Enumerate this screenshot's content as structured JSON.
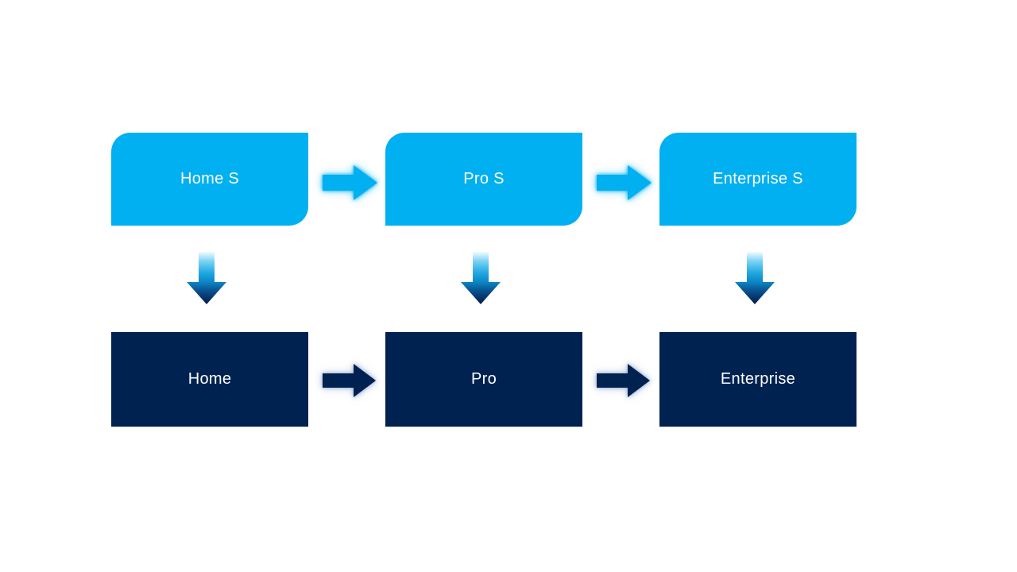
{
  "slide": {
    "background": "#FFFFFF",
    "flow": {
      "top_row": [
        {
          "id": "home-s",
          "label": "Home S"
        },
        {
          "id": "pro-s",
          "label": "Pro S"
        },
        {
          "id": "enterprise-s",
          "label": "Enterprise S"
        }
      ],
      "bottom_row": [
        {
          "id": "home",
          "label": "Home"
        },
        {
          "id": "pro",
          "label": "Pro"
        },
        {
          "id": "enterprise",
          "label": "Enterprise"
        }
      ],
      "edges": [
        {
          "from": "Home S",
          "to": "Pro S",
          "type": "right-arrow",
          "color": "#00B0F0"
        },
        {
          "from": "Pro S",
          "to": "Enterprise S",
          "type": "right-arrow",
          "color": "#00B0F0"
        },
        {
          "from": "Home",
          "to": "Pro",
          "type": "right-arrow",
          "color": "#002251"
        },
        {
          "from": "Pro",
          "to": "Enterprise",
          "type": "right-arrow",
          "color": "#002251"
        },
        {
          "from": "Home S",
          "to": "Home",
          "type": "down-arrow",
          "color": "gradient-lightblue-to-navy"
        },
        {
          "from": "Pro S",
          "to": "Pro",
          "type": "down-arrow",
          "color": "gradient-lightblue-to-navy"
        },
        {
          "from": "Enterprise S",
          "to": "Enterprise",
          "type": "down-arrow",
          "color": "gradient-lightblue-to-navy"
        }
      ],
      "colors": {
        "light_blue": "#00B0F0",
        "dark_navy": "#002251",
        "text": "#FFFFFF"
      }
    }
  }
}
